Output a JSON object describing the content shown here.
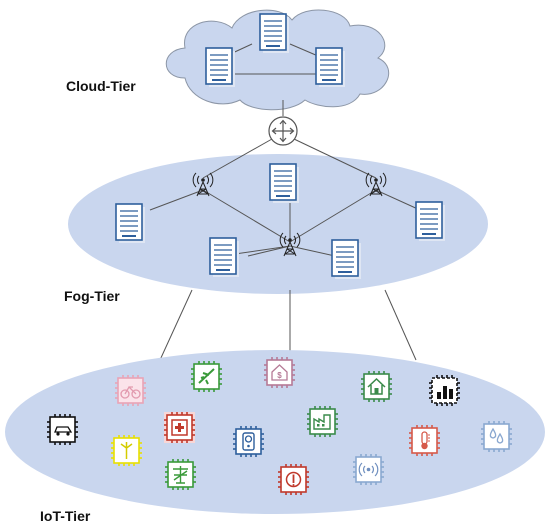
{
  "tiers": {
    "cloud": {
      "label": "Cloud-Tier"
    },
    "fog": {
      "label": "Fog-Tier"
    },
    "iot": {
      "label": "IoT-Tier"
    }
  },
  "colors": {
    "tier_fill": "#c9d6ee",
    "server_stroke": "#2e5f9c",
    "link": "#555555"
  },
  "icons": {
    "cloud_servers": [
      "server-icon",
      "server-icon",
      "server-icon"
    ],
    "router": "router-icon",
    "fog_nodes": [
      "antenna-tower-icon",
      "antenna-tower-icon",
      "antenna-tower-icon",
      "server-icon"
    ],
    "iot_devices": [
      "car-chip-icon",
      "bicycle-chip-icon",
      "airplane-chip-icon",
      "smart-home-chip-icon",
      "home-chip-icon",
      "chart-chip-icon",
      "medical-chip-icon",
      "factory-chip-icon",
      "trafficlight-chip-icon",
      "windturbine-chip-icon",
      "solar-chip-icon",
      "power-chip-icon",
      "thermometer-chip-icon",
      "water-chip-icon",
      "broadcast-chip-icon"
    ]
  }
}
